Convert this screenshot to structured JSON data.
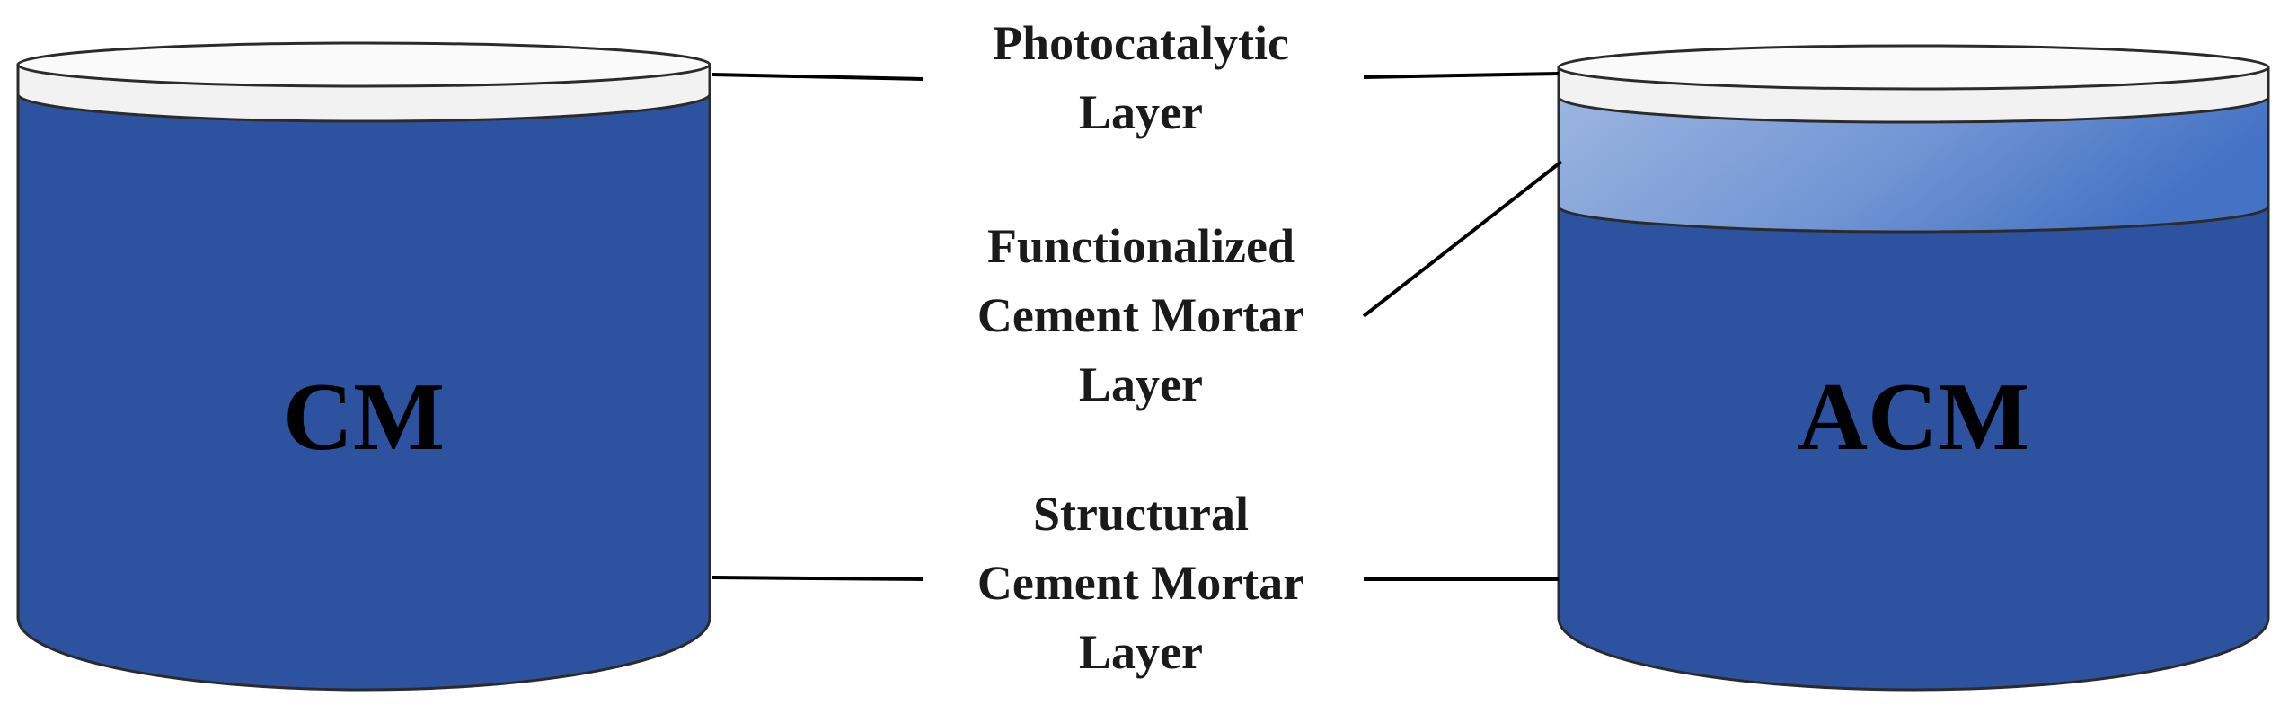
{
  "cylinders": {
    "left_label": "CM",
    "right_label": "ACM"
  },
  "callouts": {
    "photocatalytic": [
      "Photocatalytic",
      "Layer"
    ],
    "functionalized": [
      "Functionalized",
      "Cement Mortar",
      "Layer"
    ],
    "structural": [
      "Structural",
      "Cement Mortar",
      "Layer"
    ]
  },
  "colors": {
    "structural_mortar": "#2c52a0",
    "photocatalytic_layer": "#f2f2f2",
    "functionalized_light": "#8eaadb",
    "functionalized_dark": "#4472c4"
  }
}
